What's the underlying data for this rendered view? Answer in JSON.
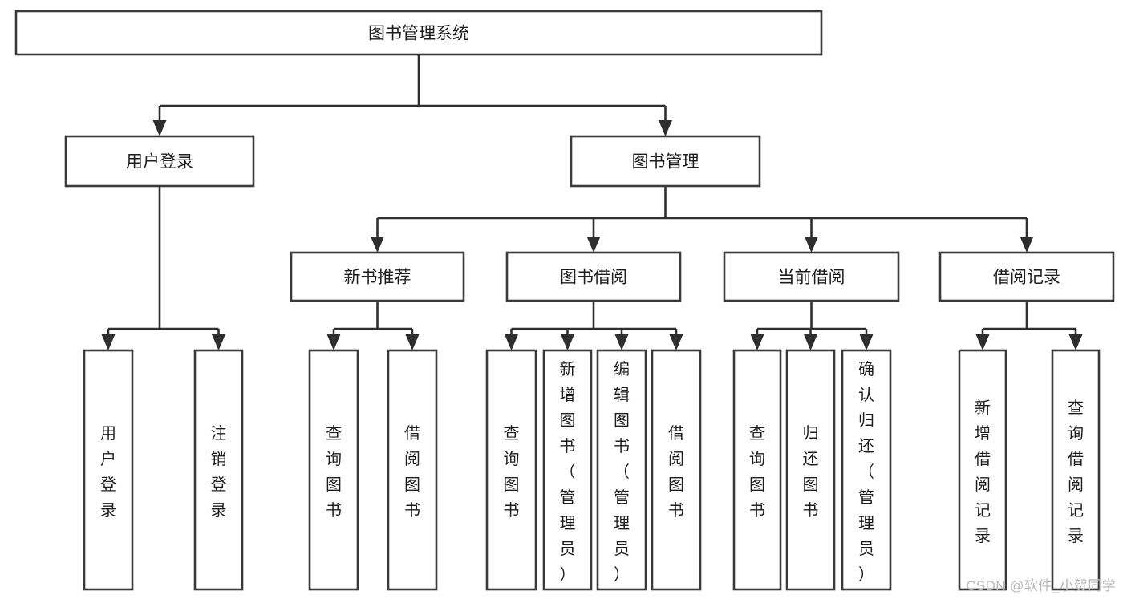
{
  "diagram": {
    "title_node": {
      "label": "图书管理系统"
    },
    "level2": [
      {
        "id": "user-login",
        "label": "用户登录"
      },
      {
        "id": "book-management",
        "label": "图书管理"
      }
    ],
    "level3": [
      {
        "id": "new-book-recommend",
        "label": "新书推荐"
      },
      {
        "id": "book-borrow",
        "label": "图书借阅"
      },
      {
        "id": "current-borrow",
        "label": "当前借阅"
      },
      {
        "id": "borrow-record",
        "label": "借阅记录"
      }
    ],
    "leaves": {
      "user-login": [
        {
          "id": "leaf-user-login",
          "label": "用户登录"
        },
        {
          "id": "leaf-logout-login",
          "label": "注销登录"
        }
      ],
      "new-book-recommend": [
        {
          "id": "leaf-query-book-1",
          "label": "查询图书"
        },
        {
          "id": "leaf-borrow-book-1",
          "label": "借阅图书"
        }
      ],
      "book-borrow": [
        {
          "id": "leaf-query-book-2",
          "label": "查询图书"
        },
        {
          "id": "leaf-add-book-admin",
          "label": "新增图书（管理员）"
        },
        {
          "id": "leaf-edit-book-admin",
          "label": "编辑图书（管理员）"
        },
        {
          "id": "leaf-borrow-book-2",
          "label": "借阅图书"
        }
      ],
      "current-borrow": [
        {
          "id": "leaf-query-book-3",
          "label": "查询图书"
        },
        {
          "id": "leaf-return-book",
          "label": "归还图书"
        },
        {
          "id": "leaf-confirm-return-admin",
          "label": "确认归还（管理员）"
        }
      ],
      "borrow-record": [
        {
          "id": "leaf-add-borrow-record",
          "label": "新增借阅记录"
        },
        {
          "id": "leaf-query-borrow-record",
          "label": "查询借阅记录"
        }
      ]
    }
  },
  "watermark": {
    "text": "CSDN @软件_小贺同学"
  },
  "colors": {
    "box_stroke": "#3a3a3a",
    "connector": "#2e2e2e",
    "text": "#1d1d1d",
    "background": "#ffffff",
    "watermark": "#b9b9b9"
  }
}
